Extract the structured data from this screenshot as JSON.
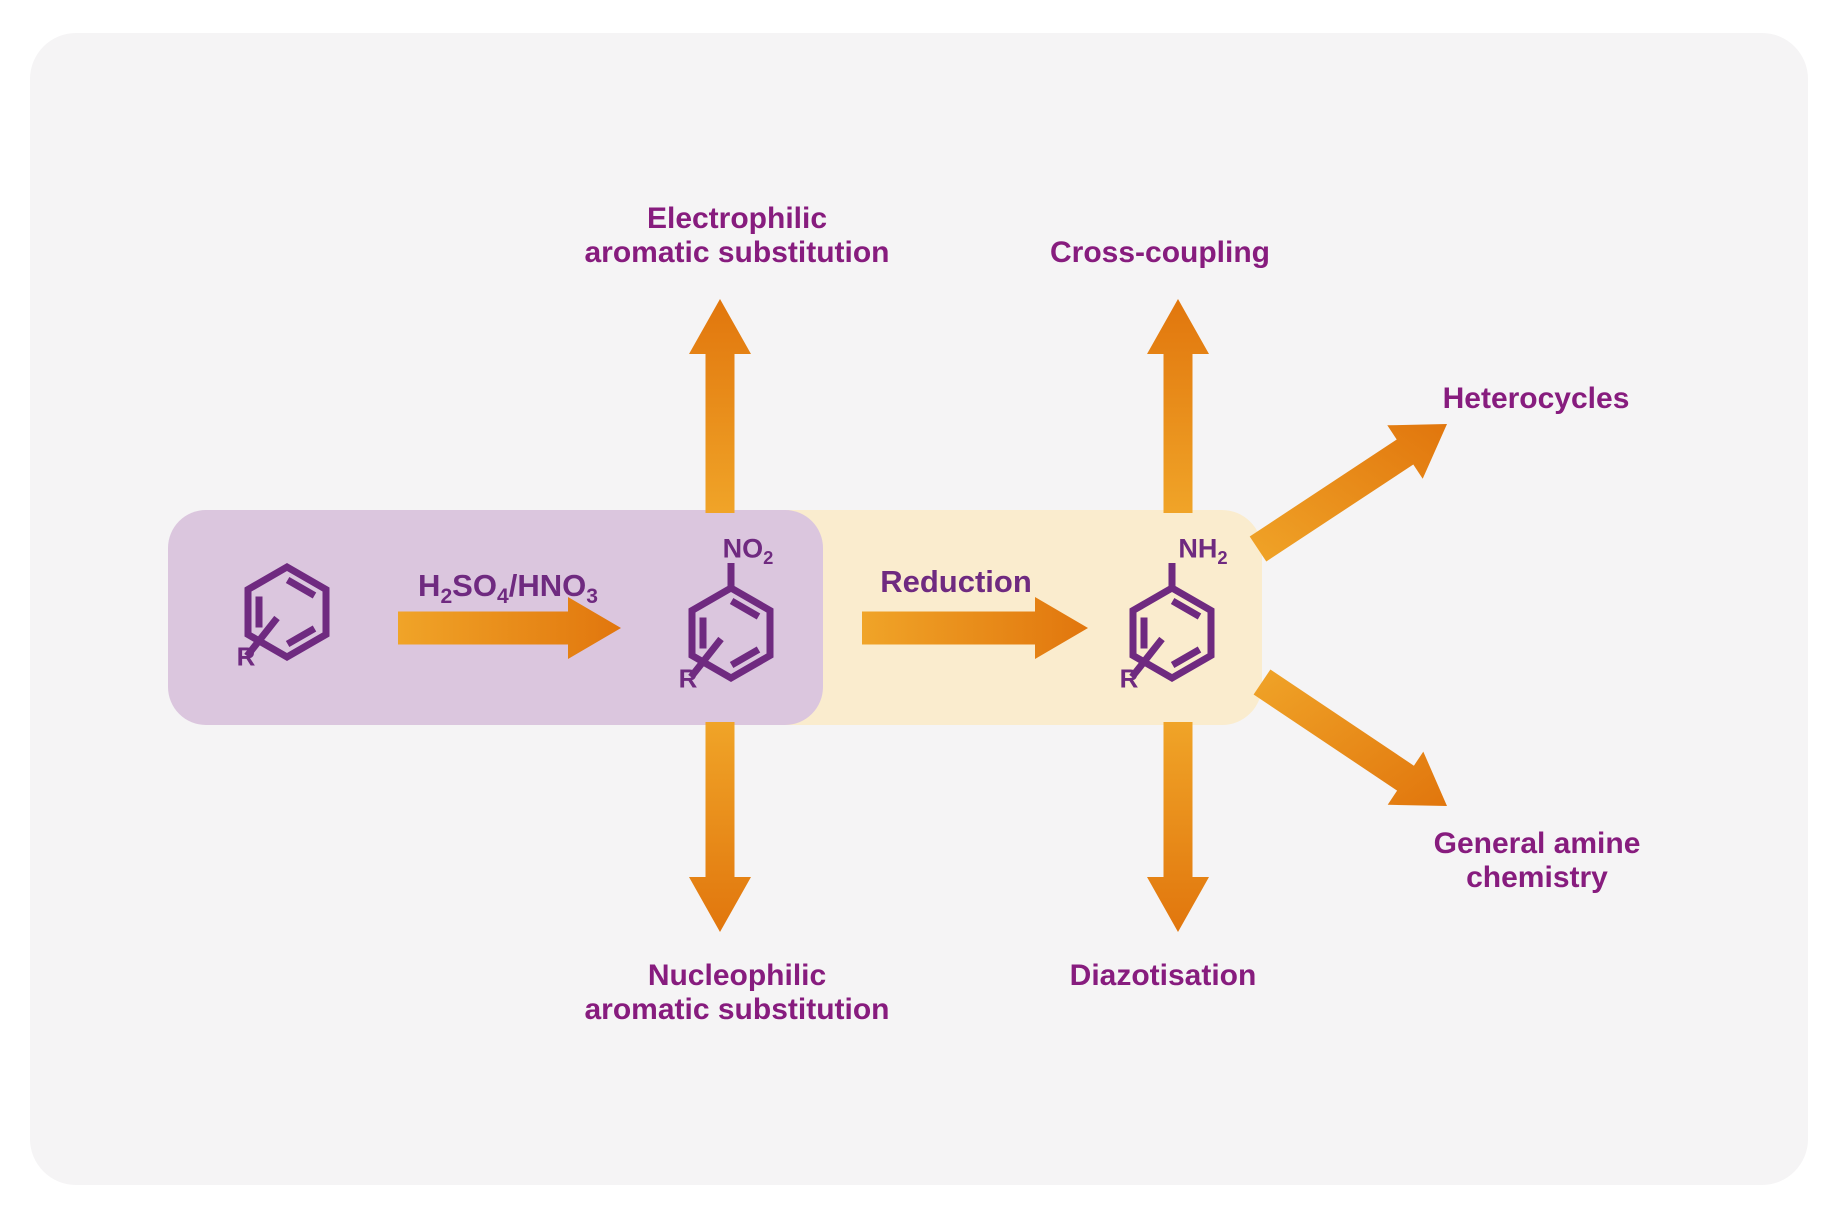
{
  "colors": {
    "page_bg": "#ffffff",
    "card_bg": "#f5f4f5",
    "purple_box": "#dbc6de",
    "cream_box": "#faecce",
    "label_text": "#871c7e",
    "structure_purple": "#6f2a80",
    "arrow_light": "#f0a428",
    "arrow_dark": "#e1760d"
  },
  "labels": {
    "electrophilic": {
      "line1": "Electrophilic",
      "line2": "aromatic substitution"
    },
    "cross_coupling": "Cross-coupling",
    "heterocycles": "Heterocycles",
    "nucleophilic": {
      "line1": "Nucleophilic",
      "line2": "aromatic substitution"
    },
    "diazotisation": "Diazotisation",
    "general_amine": {
      "line1": "General amine",
      "line2": "chemistry"
    }
  },
  "reactions": {
    "nitration_reagent": {
      "t1": "H",
      "s1": "2",
      "t2": "SO",
      "s2": "4",
      "t3": "/HNO",
      "s3": "3"
    },
    "reduction": "Reduction"
  },
  "molecules": {
    "benzene": {
      "substituent": "R"
    },
    "nitrobenzene": {
      "substituent": "R",
      "group_text": "NO",
      "group_sub": "2"
    },
    "aniline": {
      "substituent": "R",
      "group_text": "NH",
      "group_sub": "2"
    }
  }
}
